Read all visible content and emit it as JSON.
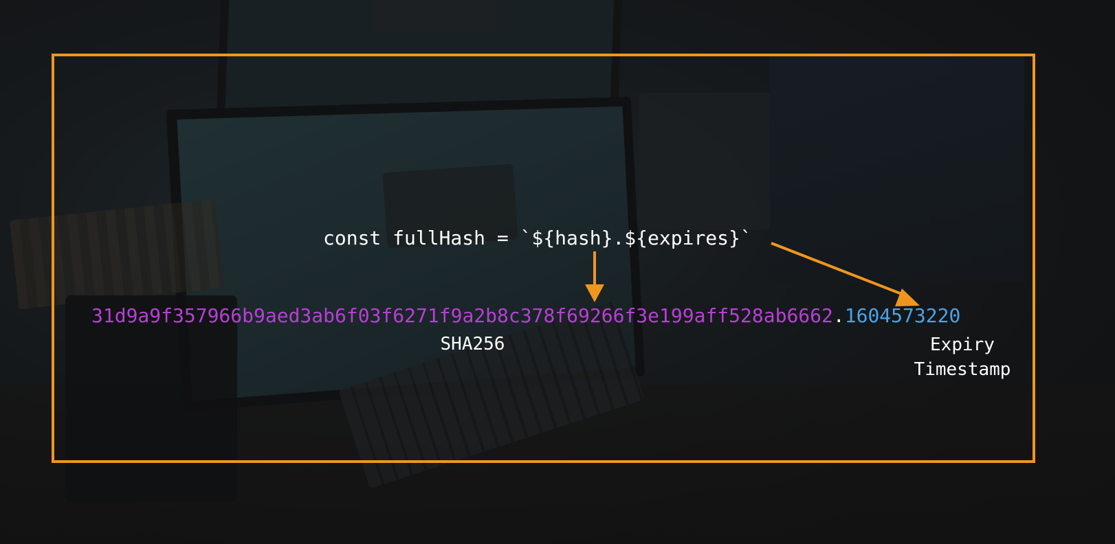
{
  "code": {
    "line": "const fullHash = `${hash}.${expires}`"
  },
  "result": {
    "hash": "31d9a9f357966b9aed3ab6f03f6271f9a2b8c378f69266f3e199aff528ab6662",
    "separator": ".",
    "timestamp": "1604573220"
  },
  "labels": {
    "hash_label": "SHA256",
    "expiry_line1": "Expiry",
    "expiry_line2": "Timestamp"
  },
  "colors": {
    "frame": "#f0961e",
    "hash": "#b83fd6",
    "timestamp": "#4aa3e8",
    "text": "#ffffff"
  }
}
